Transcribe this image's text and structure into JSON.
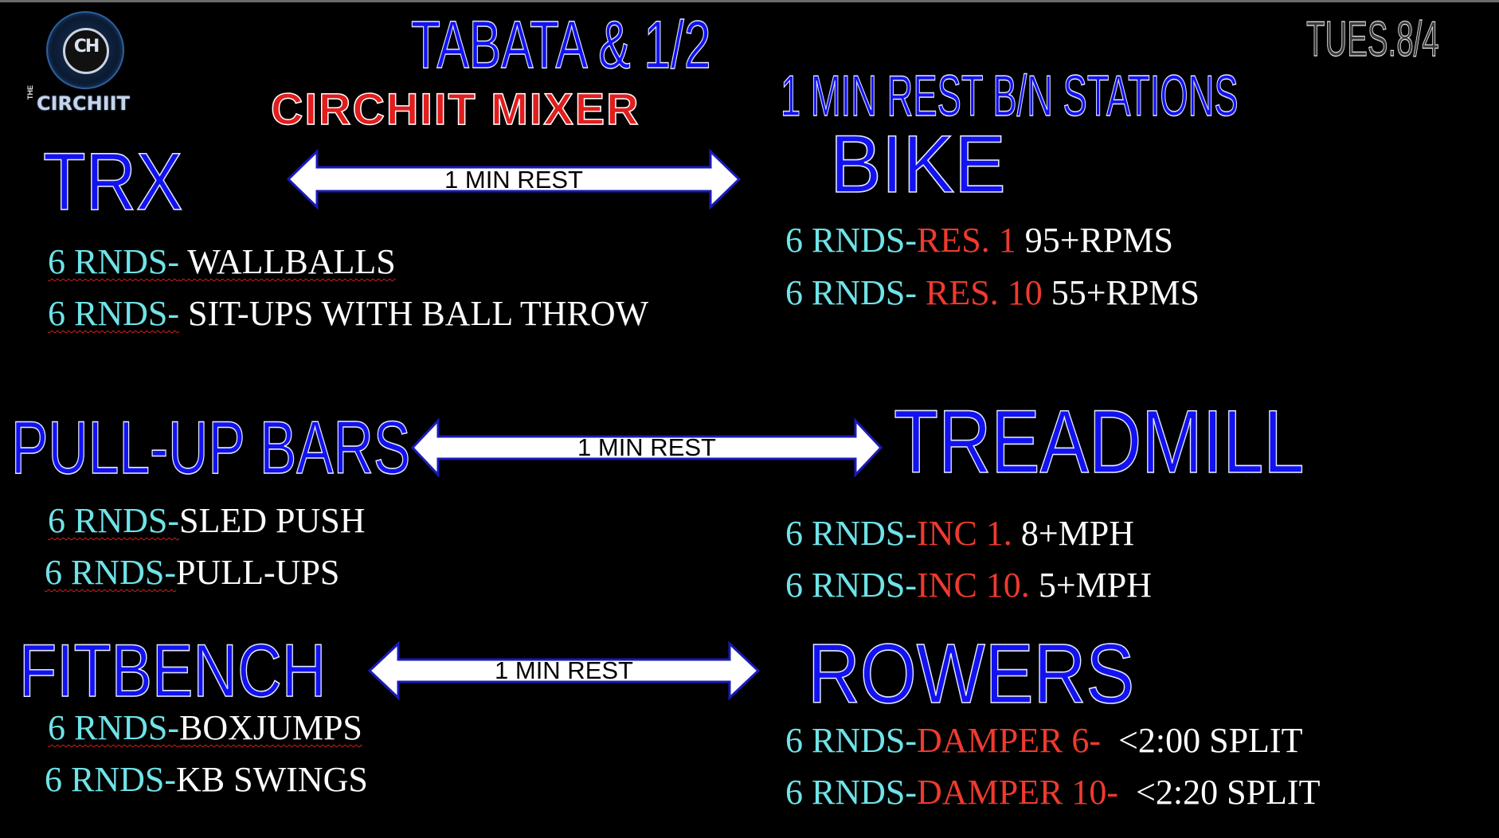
{
  "logo": {
    "monogram": "CH",
    "prefix": "THE",
    "word": "CIRCHIIT"
  },
  "header": {
    "title": "TABATA & 1/2",
    "subtitle": "CIRCHIIT MIXER",
    "date": "TUES.8/4",
    "rest_note": "1 MIN REST B/N STATIONS"
  },
  "arrow_label": "1 MIN REST",
  "stations": {
    "trx": {
      "name": "TRX",
      "lines": [
        {
          "prefix": "6 RNDS-",
          "text": " WALLBALLS"
        },
        {
          "prefix": "6  RNDS-",
          "text": " SIT-UPS WITH BALL THROW"
        }
      ]
    },
    "bike": {
      "name": "BIKE",
      "lines": [
        {
          "prefix": "6 RNDS-",
          "setting": "RES. 1",
          "text": " 95+RPMS"
        },
        {
          "prefix": "6 RNDS- ",
          "setting": "RES. 10",
          "text": " 55+RPMS"
        }
      ]
    },
    "pullup": {
      "name": "PULL-UP BARS",
      "lines": [
        {
          "prefix": "6 RNDS-",
          "text": "SLED PUSH"
        },
        {
          "prefix": "6 RNDS-",
          "text": "PULL-UPS"
        }
      ]
    },
    "treadmill": {
      "name": "TREADMILL",
      "lines": [
        {
          "prefix": "6 RNDS-",
          "setting": "INC 1.",
          "text": " 8+MPH"
        },
        {
          "prefix": "6 RNDS-",
          "setting": "INC 10.",
          "text": " 5+MPH"
        }
      ]
    },
    "fitbench": {
      "name": "FITBENCH",
      "lines": [
        {
          "prefix": "6 RNDS-",
          "text": "BOXJUMPS"
        },
        {
          "prefix": "6 RNDS-",
          "text": "KB SWINGS"
        }
      ]
    },
    "rowers": {
      "name": "ROWERS",
      "lines": [
        {
          "prefix": "6 RNDS-",
          "setting": "DAMPER 6-",
          "text": "  <2:00 SPLIT"
        },
        {
          "prefix": "6 RNDS-",
          "setting": "DAMPER 10-",
          "text": "  <2:20 SPLIT"
        }
      ]
    }
  },
  "colors": {
    "background": "#000000",
    "heading_blue": "#1212f0",
    "subtitle_red": "#e11d1d",
    "rounds_cyan": "#6fe3e8",
    "setting_red": "#f03a2e",
    "text_white": "#ffffff"
  }
}
